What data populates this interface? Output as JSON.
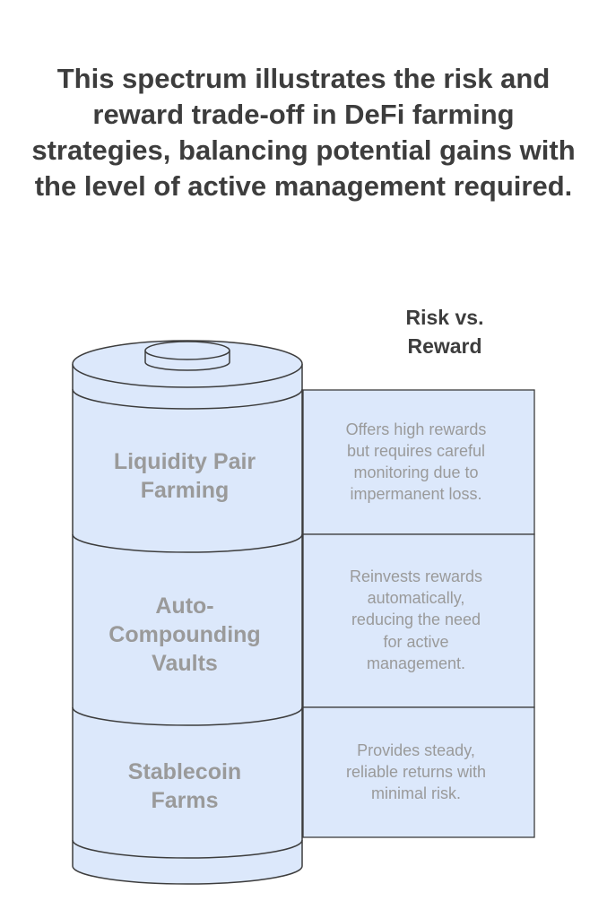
{
  "title": "This spectrum illustrates the risk and reward trade-off in DeFi farming strategies, balancing potential gains with the level of active management required.",
  "header": {
    "lines": [
      "Risk vs.",
      "Reward"
    ]
  },
  "layers": [
    {
      "label_lines": [
        "Liquidity Pair",
        "Farming"
      ],
      "description_lines": [
        "Offers high rewards",
        "but requires careful",
        "monitoring due to",
        "impermanent loss."
      ]
    },
    {
      "label_lines": [
        "Auto-",
        "Compounding",
        "Vaults"
      ],
      "description_lines": [
        "Reinvests rewards",
        "automatically,",
        "reducing the need",
        "for active",
        "management."
      ]
    },
    {
      "label_lines": [
        "Stablecoin",
        "Farms"
      ],
      "description_lines": [
        "Provides steady,",
        "reliable returns with",
        "minimal risk."
      ]
    }
  ],
  "colors": {
    "fill": "#dce8fb",
    "stroke": "#3d3d3d",
    "label": "#9a9a9a",
    "heading": "#3d3d3d"
  }
}
